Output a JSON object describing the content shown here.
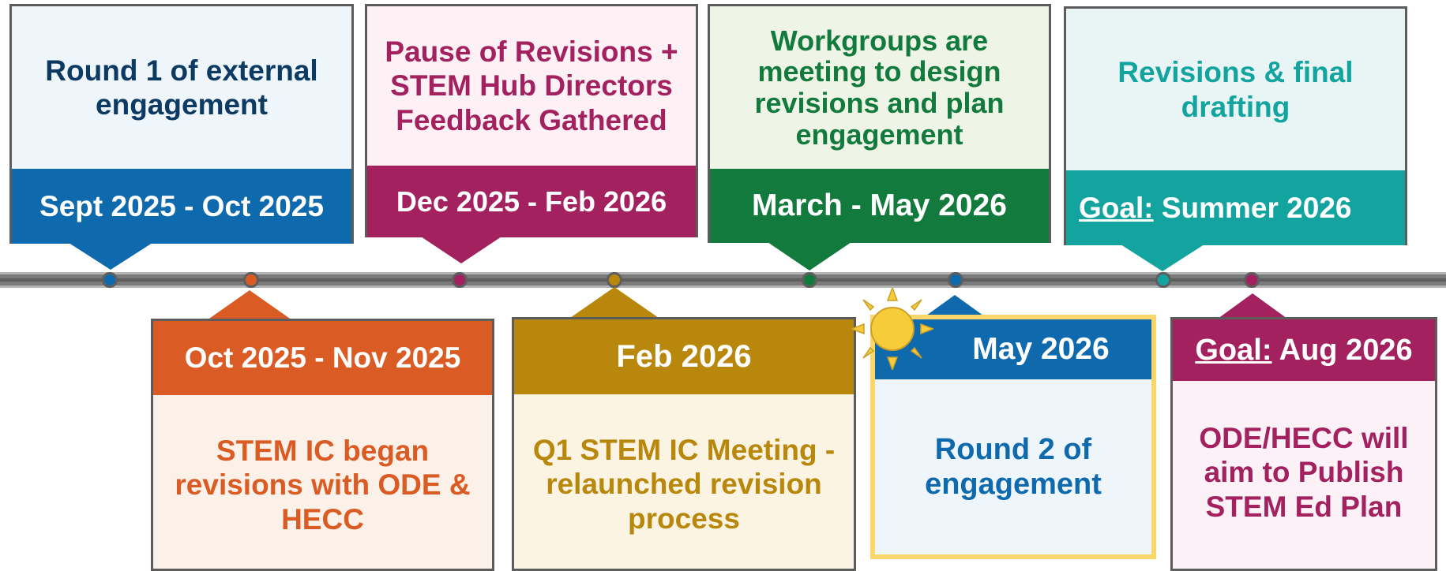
{
  "colors": {
    "blue": "#0e6aad",
    "orange": "#da5b24",
    "magenta": "#a3215f",
    "gold": "#b8870c",
    "green": "#117a3c",
    "teal": "#13a4a0",
    "navy": "#0c3a63",
    "sun_yellow": "#f7cc3a",
    "highlight_border": "#fbd66b",
    "line_gray": "#7a7a7a"
  },
  "top_cards": [
    {
      "title": "Round 1 of external engagement",
      "date": "Sept 2025 - Oct 2025"
    },
    {
      "title": "Pause of Revisions + STEM Hub Directors Feedback Gathered",
      "date": "Dec 2025 - Feb 2026"
    },
    {
      "title": "Workgroups are meeting to design revisions and plan engagement",
      "date": "March - May 2026"
    },
    {
      "title": "Revisions & final drafting",
      "goal_label": "Goal:",
      "date": " Summer 2026"
    }
  ],
  "bottom_cards": [
    {
      "date": "Oct 2025 - Nov 2025",
      "text": "STEM IC began revisions with ODE & HECC"
    },
    {
      "date": "Feb 2026",
      "text": "Q1 STEM IC Meeting - relaunched revision process"
    },
    {
      "date": "May 2026",
      "text": "Round 2 of engagement"
    },
    {
      "goal_label": "Goal:",
      "date": " Aug 2026",
      "text": "ODE/HECC will aim to Publish STEM Ed Plan"
    }
  ],
  "icons": {
    "sun": "sun-icon"
  }
}
